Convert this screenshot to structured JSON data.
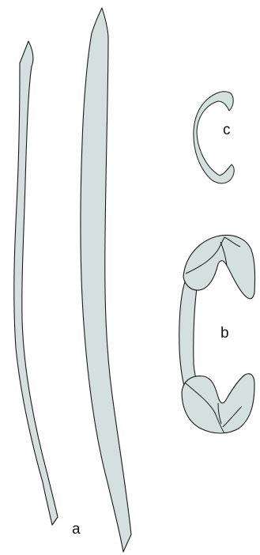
{
  "figure": {
    "fill_color": "#d4e0dd",
    "outline_color": "#1a1a1a",
    "labels": {
      "a": "a",
      "b": "b",
      "c": "c"
    }
  }
}
